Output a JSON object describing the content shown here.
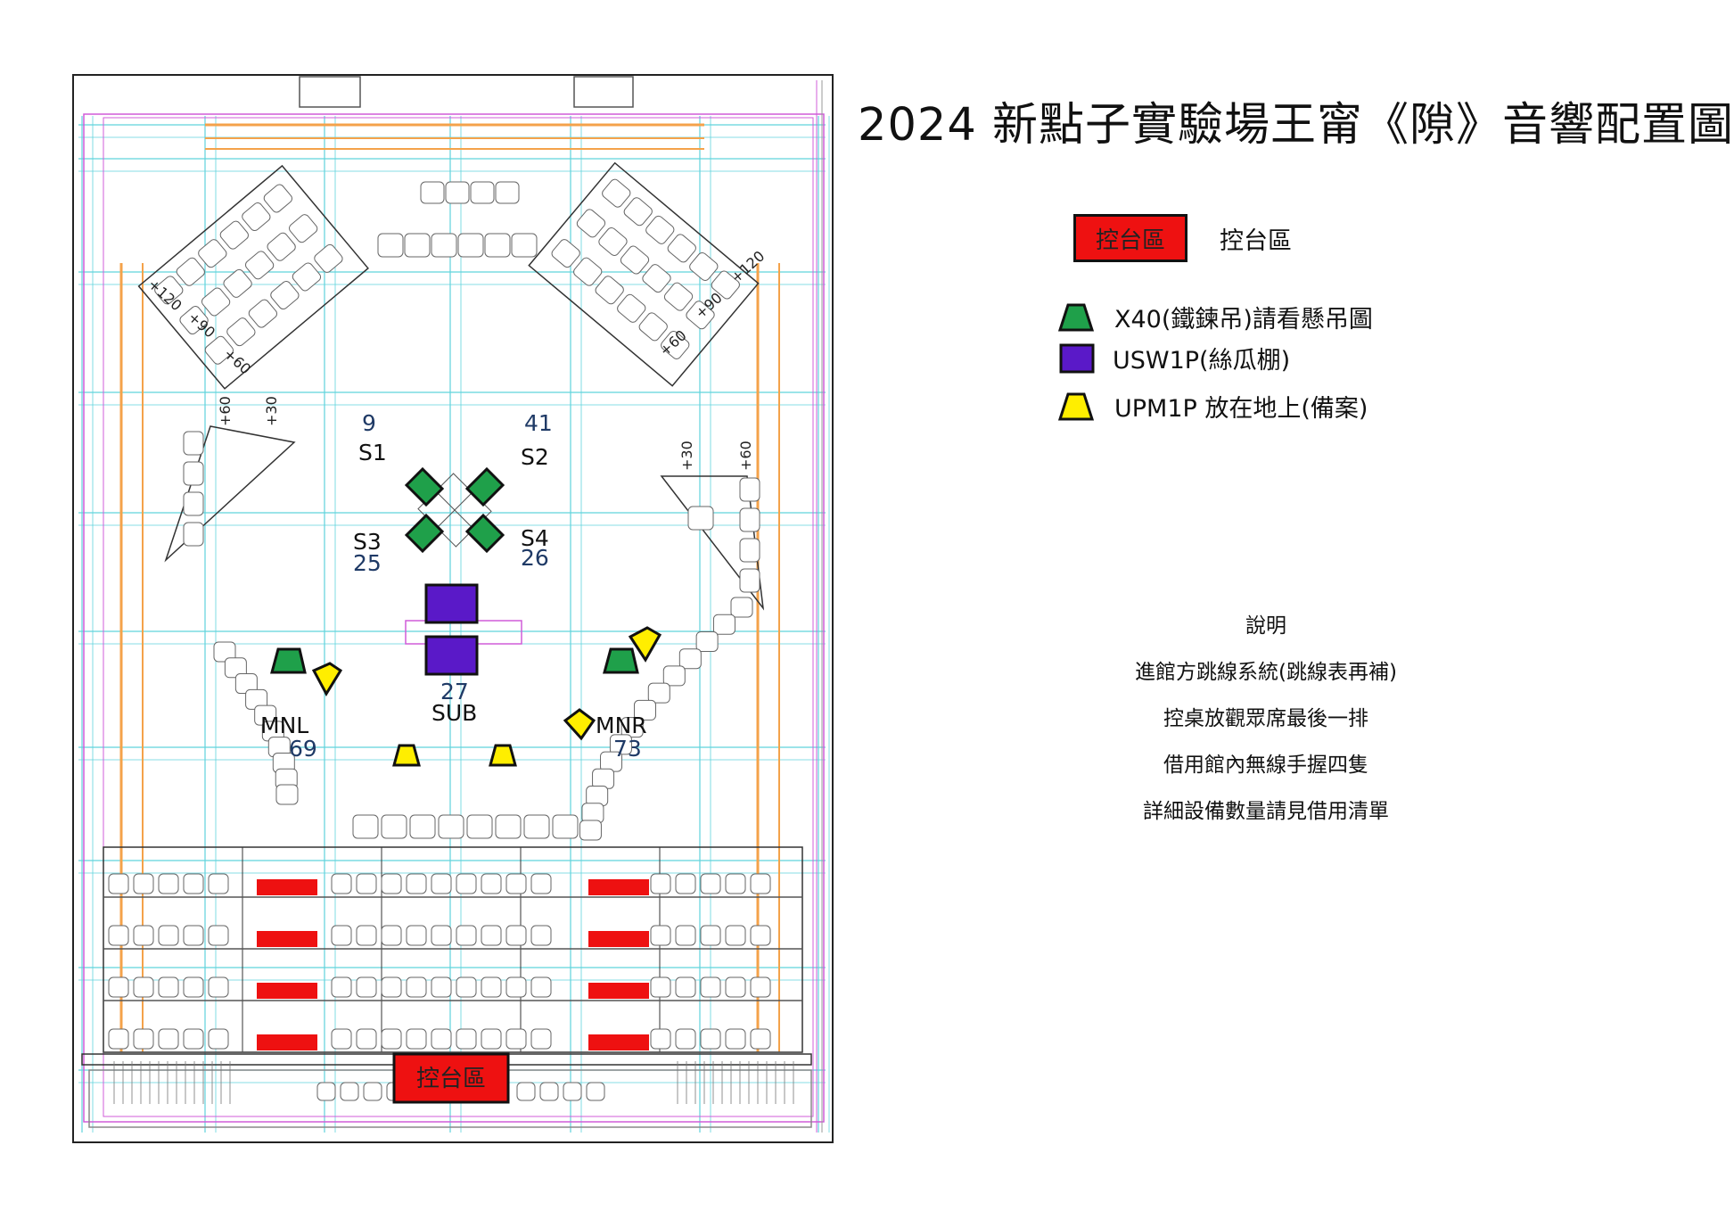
{
  "title": "2024 新點子實驗場王甯《隙》音響配置圖",
  "colors": {
    "grid": "#5fd3dc",
    "magenta": "#d05cd8",
    "orange": "#f4a24a",
    "console": "#ee1111",
    "x40": "#1fa04a",
    "usw": "#5a19c8",
    "upm": "#ffee00",
    "label": "#1f3a66"
  },
  "legend": {
    "console_swatch_text": "控台區",
    "console_label": "控台區",
    "x40_label": "X40(鐵鍊吊)請看懸吊圖",
    "usw_label": "USW1P(絲瓜棚)",
    "upm_label": "UPM1P 放在地上(備案)"
  },
  "notes": {
    "heading": "說明",
    "lines": [
      "進館方跳線系統(跳線表再補)",
      "控桌放觀眾席最後一排",
      "借用館內無線手握四隻",
      "詳細設備數量請見借用清單"
    ]
  },
  "plan": {
    "console_text": "控台區",
    "speakers": {
      "s1": {
        "name": "S1",
        "num": "9"
      },
      "s2": {
        "name": "S2",
        "num": "41"
      },
      "s3": {
        "name": "S3",
        "num": "25"
      },
      "s4": {
        "name": "S4",
        "num": "26"
      },
      "sub": {
        "name": "SUB",
        "num": "27"
      },
      "mnl": {
        "name": "MNL",
        "num": "69"
      },
      "mnr": {
        "name": "MNR",
        "num": "73"
      }
    },
    "elevations": {
      "p120": "+120",
      "p90": "+90",
      "p60": "+60",
      "p30": "+30"
    }
  }
}
